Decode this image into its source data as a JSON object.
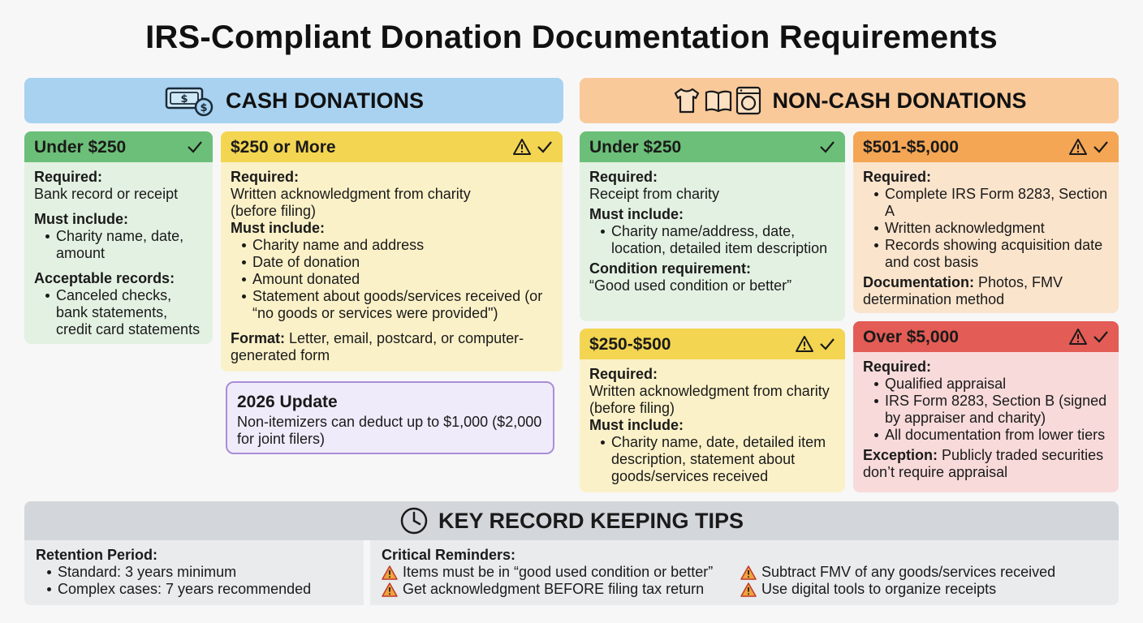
{
  "title": "IRS-Compliant Donation Documentation Requirements",
  "cash": {
    "banner": "CASH DONATIONS",
    "icon": "money-icon",
    "under250": {
      "header": "Under $250",
      "required_label": "Required:",
      "required": "Bank record or receipt",
      "must_label": "Must include:",
      "must": [
        "Charity name, date, amount"
      ],
      "acceptable_label": "Acceptable records:",
      "acceptable": [
        "Canceled checks, bank statements, credit card statements"
      ]
    },
    "over250": {
      "header": "$250 or More",
      "required_label": "Required:",
      "required_line1": "Written acknowledgment from charity",
      "required_line2": "(before filing)",
      "must_label": "Must include:",
      "must": [
        "Charity name and address",
        "Date of donation",
        "Amount donated",
        "Statement about goods/services received (or “no goods or services were provided\")"
      ],
      "format_label": "Format:",
      "format": " Letter, email, postcard, or computer-generated form"
    },
    "update": {
      "title": "2026 Update",
      "text": "Non-itemizers can deduct up to $1,000 ($2,000 for joint filers)"
    }
  },
  "noncash": {
    "banner": "NON-CASH DONATIONS",
    "icons": [
      "clothing-icon",
      "book-icon",
      "washing-machine-icon"
    ],
    "under250": {
      "header": "Under $250",
      "required_label": "Required:",
      "required": "Receipt from charity",
      "must_label": "Must include:",
      "must": [
        "Charity name/address, date, location, detailed item description"
      ],
      "condition_label": "Condition requirement:",
      "condition": "“Good used condition or better”"
    },
    "mid": {
      "header": "$250-$500",
      "required_label": "Required:",
      "required": "Written acknowledgment from charity (before filing)",
      "must_label": "Must include:",
      "must": [
        "Charity name, date, detailed item description, statement about goods/services received"
      ]
    },
    "tier3": {
      "header": "$501-$5,000",
      "required_label": "Required:",
      "items": [
        "Complete IRS Form 8283, Section A",
        "Written acknowledgment",
        "Records showing acquisition date and cost basis"
      ],
      "doc_label": "Documentation:",
      "doc": " Photos, FMV determination method"
    },
    "tier4": {
      "header": "Over $5,000",
      "required_label": "Required:",
      "items": [
        "Qualified appraisal",
        "IRS Form 8283, Section B (signed by appraiser and charity)",
        "All documentation from lower tiers"
      ],
      "exception_label": "Exception:",
      "exception": " Publicly traded securities don’t require appraisal"
    }
  },
  "tips": {
    "banner": "KEY RECORD KEEPING TIPS",
    "retention_label": "Retention Period:",
    "retention": [
      "Standard: 3 years minimum",
      "Complex cases: 7 years recommended"
    ],
    "reminders_label": "Critical Reminders:",
    "reminders": [
      "Items must be in “good used condition or better”",
      "Subtract FMV of any goods/services received",
      "Get acknowledgment BEFORE filing tax return",
      "Use digital tools to organize receipts"
    ]
  },
  "colors": {
    "cash_banner": "#a8d2f0",
    "noncash_banner": "#f9c99a",
    "green": "#6cbf78",
    "yellow": "#f3d552",
    "orange": "#f4a654",
    "red": "#e35c55",
    "update_border": "#a98fd6"
  }
}
